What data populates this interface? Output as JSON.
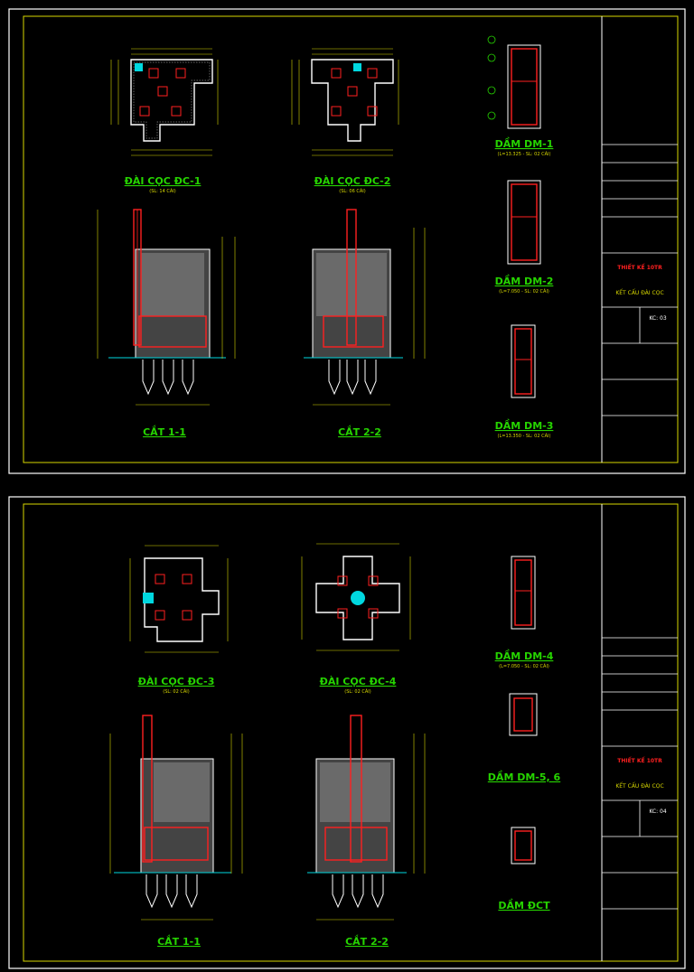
{
  "colors": {
    "frame": "#ffffff",
    "inner_frame": "#d8d800",
    "concrete_outline": "#ffffff",
    "rebar": "#ff2020",
    "dimension": "#d8d800",
    "soil": "#7a7a7a",
    "title": "#26d400",
    "column_marker": "#00d8e0",
    "background": "#000000"
  },
  "sheets": [
    {
      "plans": [
        {
          "title": "ĐÀI CỌC ĐC-1",
          "subtitle": "(SL: 14 CÁI)"
        },
        {
          "title": "ĐÀI CỌC ĐC-2",
          "subtitle": "(SL: 06 CÁI)"
        }
      ],
      "sections": [
        {
          "title": "CẮT 1-1"
        },
        {
          "title": "CẮT 2-2"
        }
      ],
      "beams": [
        {
          "title": "DẦM DM-1",
          "subtitle": "(L=13.325 - SL: 02 CÁI)"
        },
        {
          "title": "DẦM DM-2",
          "subtitle": "(L=7.050 - SL: 02 CÁI)"
        },
        {
          "title": "DẦM DM-3",
          "subtitle": "(L=13.350 - SL: 02 CÁI)"
        }
      ],
      "title_block": {
        "project": "THIẾT KẾ 10TR",
        "drawing": "KẾT CẤU ĐÀI CỌC",
        "sheet_no": "KC: 03"
      }
    },
    {
      "plans": [
        {
          "title": "ĐÀI CỌC ĐC-3",
          "subtitle": "(SL: 02 CÁI)"
        },
        {
          "title": "ĐÀI CỌC ĐC-4",
          "subtitle": "(SL: 02 CÁI)"
        }
      ],
      "sections": [
        {
          "title": "CẮT 1-1"
        },
        {
          "title": "CẮT 2-2"
        }
      ],
      "beams": [
        {
          "title": "DẦM DM-4",
          "subtitle": "(L=7.050 - SL: 02 CÁI)"
        },
        {
          "title": "DẦM DM-5, 6",
          "subtitle": ""
        },
        {
          "title": "DẦM ĐCT",
          "subtitle": ""
        }
      ],
      "title_block": {
        "project": "THIẾT KẾ 10TR",
        "drawing": "KẾT CẤU ĐÀI CỌC",
        "sheet_no": "KC: 04"
      }
    }
  ]
}
